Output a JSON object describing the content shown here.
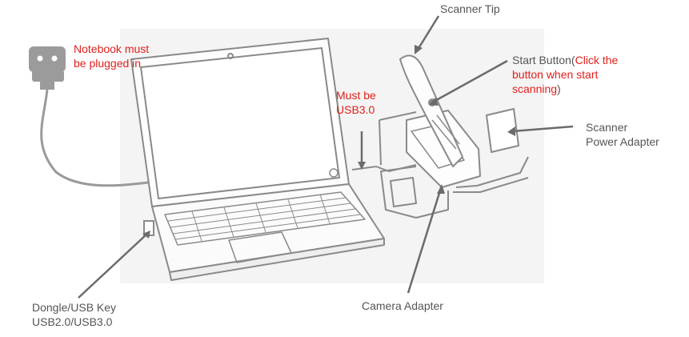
{
  "colors": {
    "note_red": "#e0201b",
    "label_gray": "#555555",
    "line_art": "#9a9a9a",
    "leader": "#6b6b6b",
    "backdrop": "#f3f3f3"
  },
  "icons": {
    "power_plug": "plug-icon"
  },
  "labels": {
    "notebook_line1": "Notebook must",
    "notebook_line2": "be plugged in",
    "usb3_line1": "Must be",
    "usb3_line2": "USB3.0",
    "scanner_tip": "Scanner Tip",
    "start_button_prefix": "Start Button(",
    "start_button_red1": "Click the",
    "start_button_red2": "button when start",
    "start_button_red3": "scanning",
    "start_button_suffix": ")",
    "power_adapter_line1": "Scanner",
    "power_adapter_line2": "Power Adapter",
    "dongle_line1": "Dongle/USB Key",
    "dongle_line2": "USB2.0/USB3.0",
    "camera_adapter": "Camera Adapter"
  }
}
